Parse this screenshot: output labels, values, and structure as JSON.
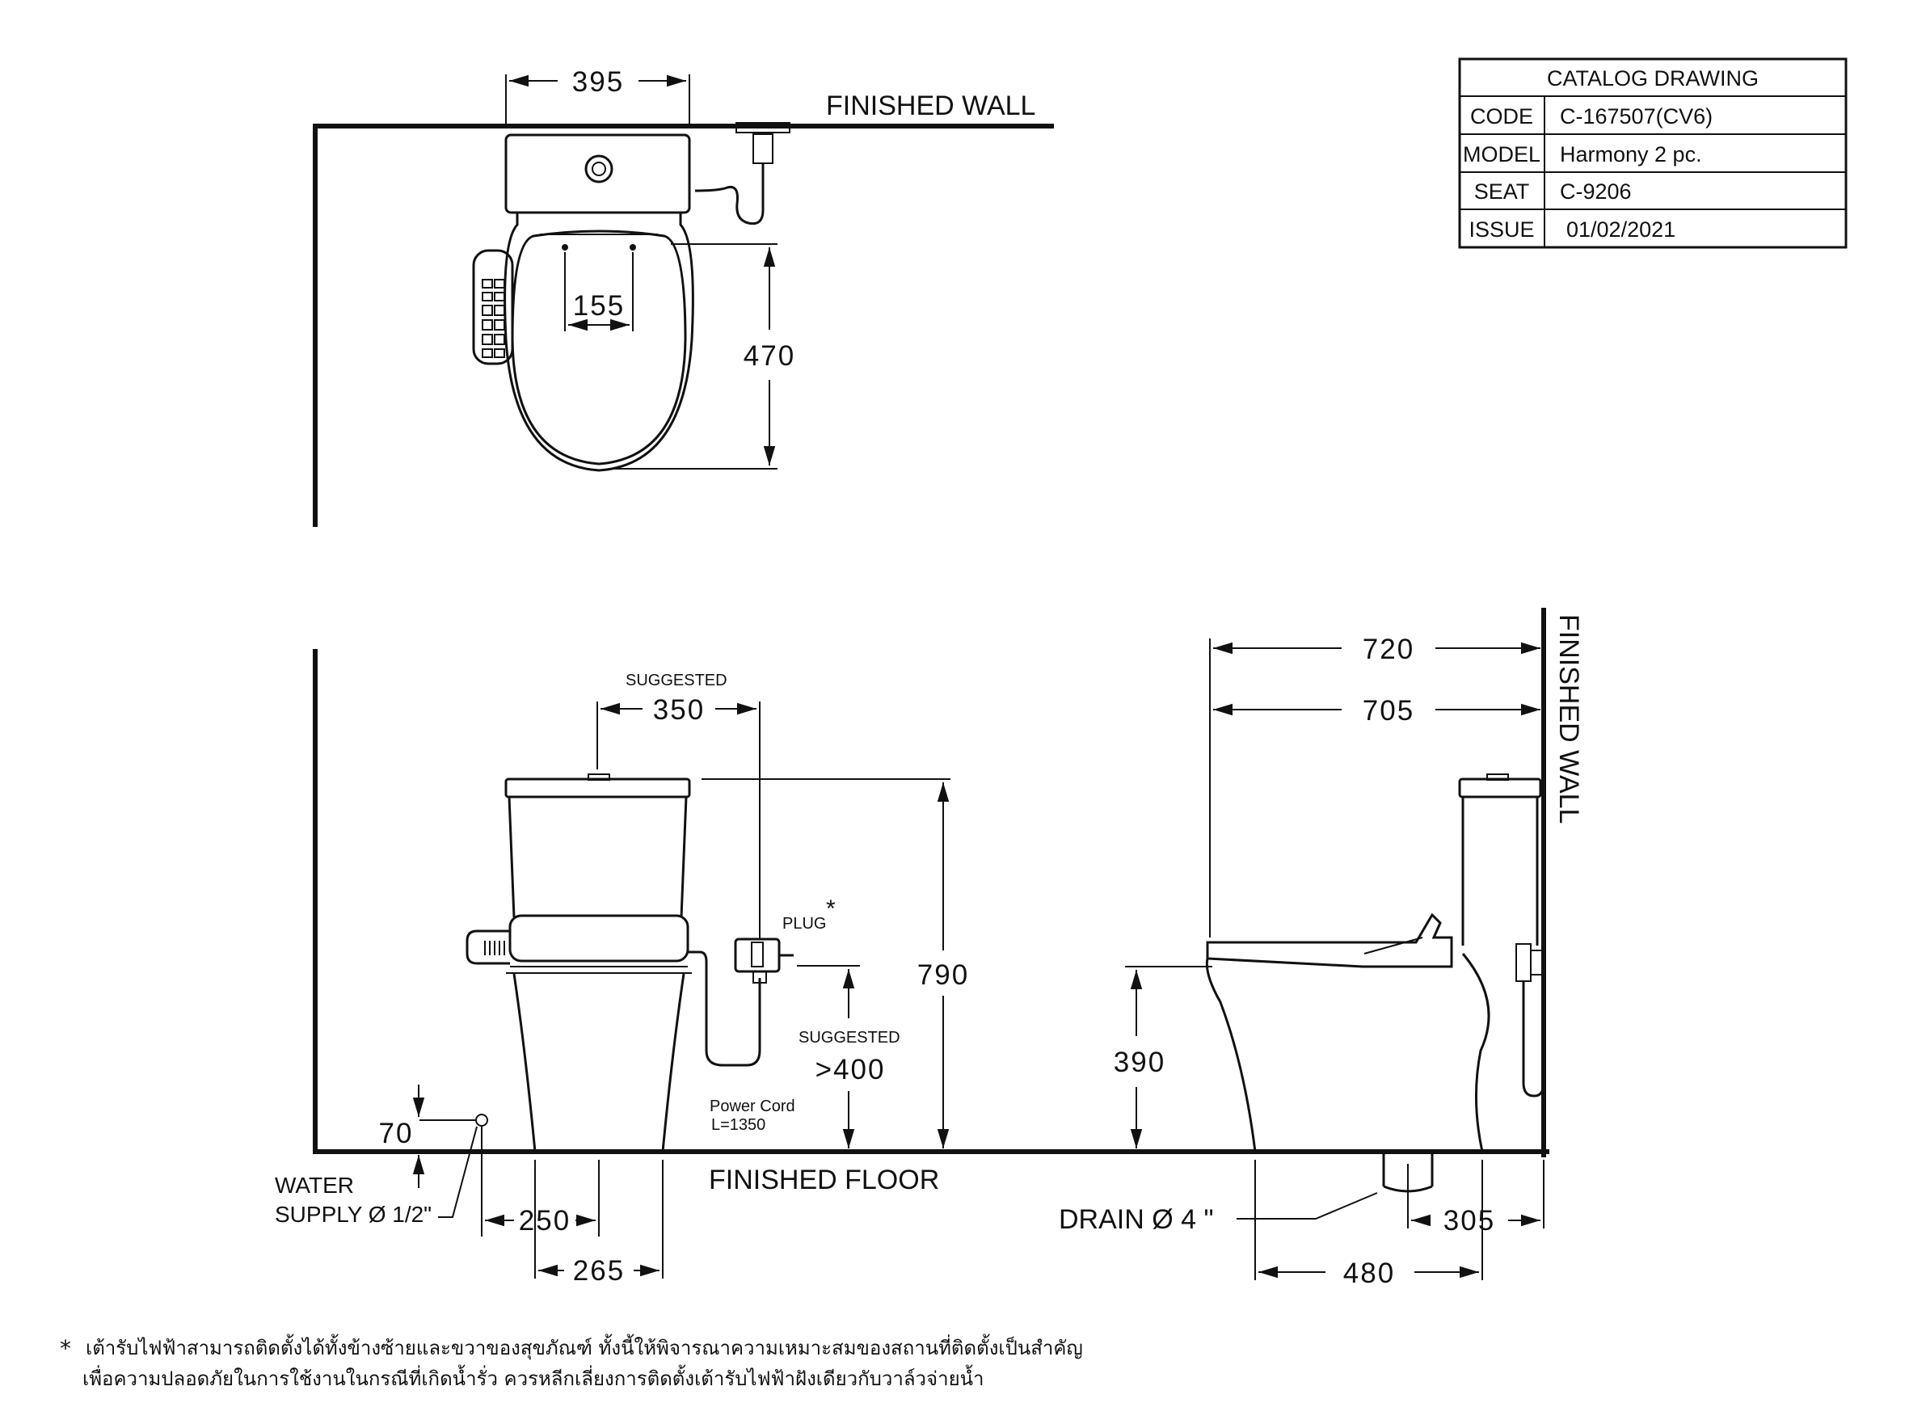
{
  "title_block": {
    "heading": "CATALOG  DRAWING",
    "rows": [
      {
        "key": "CODE",
        "value": "C-167507(CV6)"
      },
      {
        "key": "MODEL",
        "value": "Harmony  2  pc."
      },
      {
        "key": "SEAT",
        "value": "C-9206"
      },
      {
        "key": "ISSUE",
        "value": "01/02/2021"
      }
    ]
  },
  "labels": {
    "finished_wall": "FINISHED WALL",
    "finished_wall_side": "FINISHED WALL",
    "finished_floor": "FINISHED FLOOR",
    "suggested": "SUGGESTED",
    "suggested_2": "SUGGESTED",
    "plug": "PLUG",
    "plug_star": "*",
    "power_cord": "Power Cord",
    "power_cord_length": "L=1350",
    "water_supply_1": "WATER",
    "water_supply_2": "SUPPLY Ø 1/2\"",
    "drain": "DRAIN Ø 4 \""
  },
  "dimensions": {
    "top_width": "395",
    "bolt_spacing": "155",
    "seat_depth": "470",
    "suggested_plug_distance": "350",
    "height_total": "790",
    "plug_height": ">400",
    "water_supply_height": "70",
    "water_supply_offset": "250",
    "base_width": "265",
    "depth_total": "720",
    "depth_seat": "705",
    "seat_height": "390",
    "drain_offset": "305",
    "footprint_depth": "480"
  },
  "footnote": {
    "star": "*",
    "line1": "เต้ารับไฟฟ้าสามารถติดตั้งได้ทั้งข้างซ้ายและขวาของสุขภัณฑ์ ทั้งนี้ให้พิจารณาความเหมาะสมของสถานที่ติดตั้งเป็นสำคัญ",
    "line2": "เพื่อความปลอดภัยในการใช้งานในกรณีที่เกิดน้ำรั่ว ควรหลีกเลี่ยงการติดตั้งเต้ารับไฟฟ้าฝังเดียวกับวาล์วจ่ายน้ำ"
  }
}
